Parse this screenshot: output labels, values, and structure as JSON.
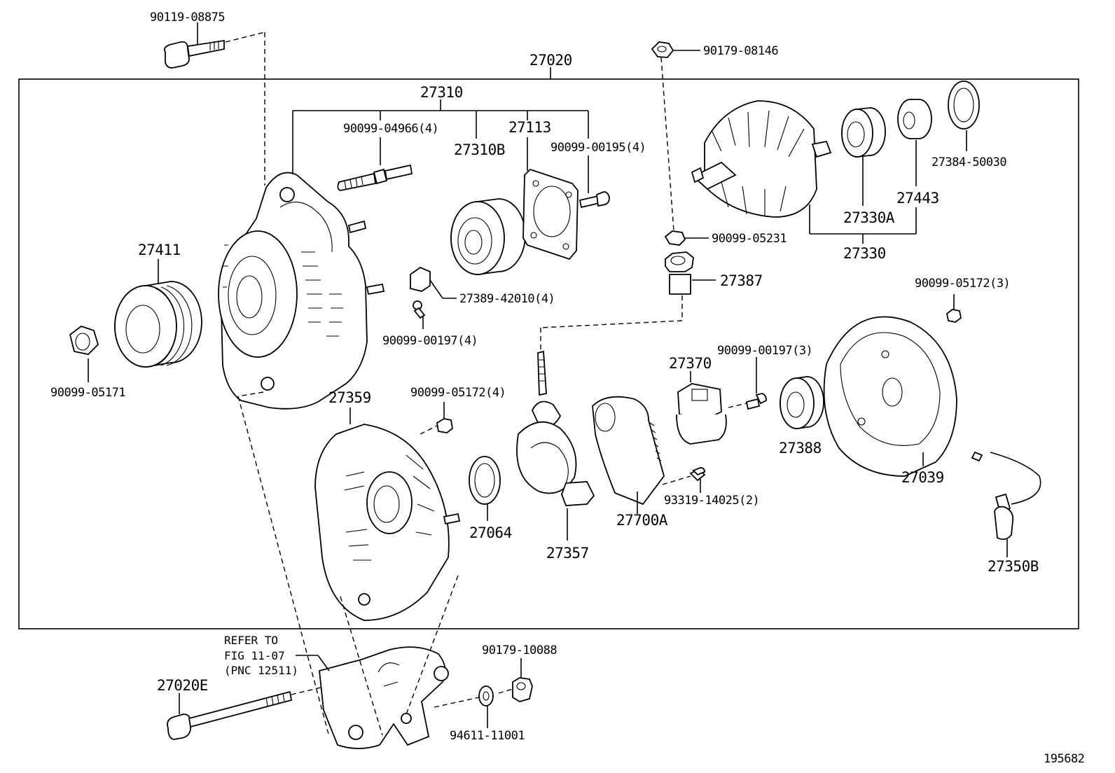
{
  "labels": {
    "p90119_08875": "90119-08875",
    "p27020": "27020",
    "p90179_08146": "90179-08146",
    "p27310": "27310",
    "p90099_04966": "90099-04966(4)",
    "p27113": "27113",
    "p27310B": "27310B",
    "p90099_00195": "90099-00195(4)",
    "p27384_50030": "27384-50030",
    "p27443": "27443",
    "p27330A": "27330A",
    "p90099_05231": "90099-05231",
    "p27330": "27330",
    "p27411": "27411",
    "p27387": "27387",
    "p27389_42010": "27389-42010(4)",
    "p90099_00197_4": "90099-00197(4)",
    "p90099_05172_3": "90099-05172(3)",
    "p90099_05171": "90099-05171",
    "p27370": "27370",
    "p90099_00197_3": "90099-00197(3)",
    "p27359": "27359",
    "p90099_05172_4": "90099-05172(4)",
    "p27388": "27388",
    "p27039": "27039",
    "p93319_14025": "93319-14025(2)",
    "p27064": "27064",
    "p27700A": "27700A",
    "p27357": "27357",
    "p27350B": "27350B",
    "refer_line1": "REFER TO",
    "refer_line2": "FIG 11-07",
    "refer_line3": "(PNC 12511)",
    "p90179_10088": "90179-10088",
    "p27020E": "27020E",
    "p94611_11001": "94611-11001",
    "figure_id": "195682"
  }
}
